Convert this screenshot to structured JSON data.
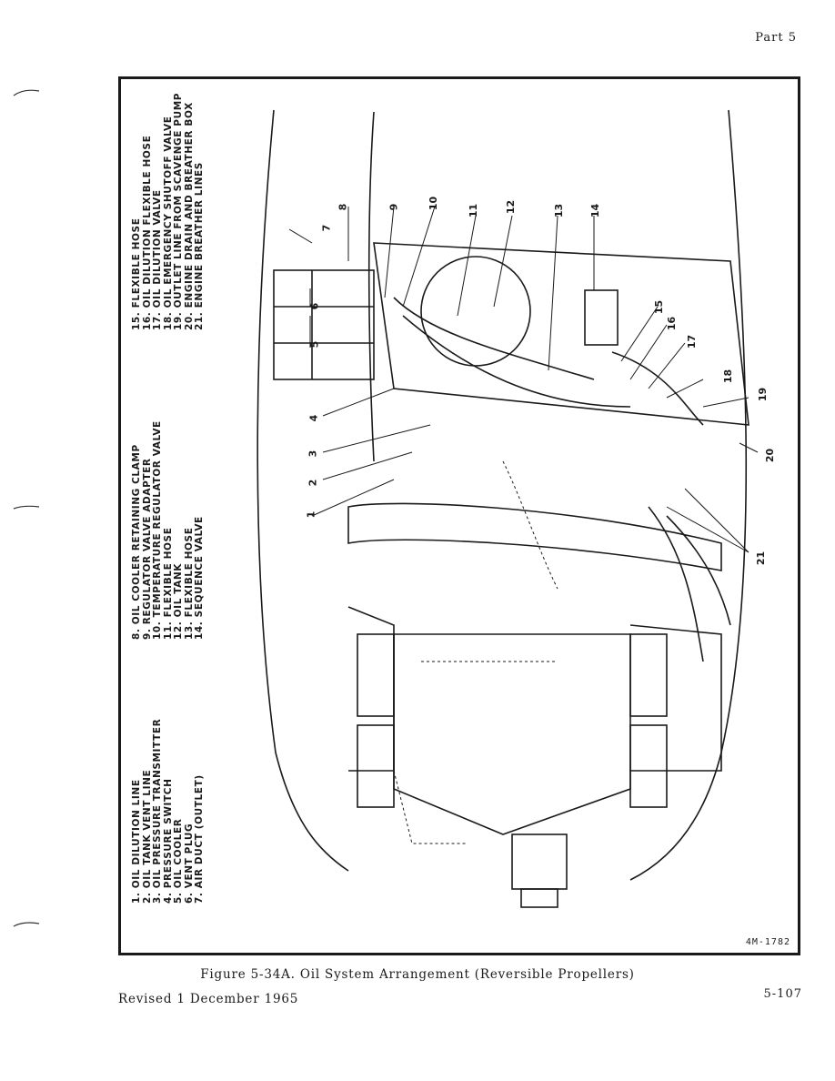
{
  "header": {
    "part": "Part 5"
  },
  "legend": {
    "col1": [
      "1. OIL DILUTION LINE",
      "2. OIL TANK VENT LINE",
      "3. OIL PRESSURE TRANSMITTER",
      "4. PRESSURE SWITCH",
      "5. OIL COOLER",
      "6. VENT PLUG",
      "7. AIR DUCT (OUTLET)"
    ],
    "col2": [
      "8. OIL COOLER RETAINING CLAMP",
      "9. REGULATOR VALVE ADAPTER",
      "10. TEMPERATURE REGULATOR VALVE",
      "11. FLEXIBLE HOSE",
      "12. OIL TANK",
      "13. FLEXIBLE HOSE",
      "14. SEQUENCE VALVE"
    ],
    "col3": [
      "15. FLEXIBLE HOSE",
      "16. OIL DILUTION FLEXIBLE HOSE",
      "17. OIL DILUTION VALVE",
      "18. OIL EMERGENCY SHUTOFF VALVE",
      "19. OUTLET LINE FROM SCAVENGE PUMP",
      "20. ENGINE DRAIN AND BREATHER BOX",
      "21. ENGINE BREATHER LINES"
    ]
  },
  "callouts": [
    "1",
    "2",
    "3",
    "4",
    "5",
    "6",
    "7",
    "8",
    "9",
    "10",
    "11",
    "12",
    "13",
    "14",
    "15",
    "16",
    "17",
    "18",
    "19",
    "20",
    "21"
  ],
  "drawing_id": "4M-1782",
  "caption": "Figure 5-34A. Oil System Arrangement (Reversible Propellers)",
  "footer": {
    "revised": "Revised 1 December 1965",
    "page": "5-107"
  }
}
